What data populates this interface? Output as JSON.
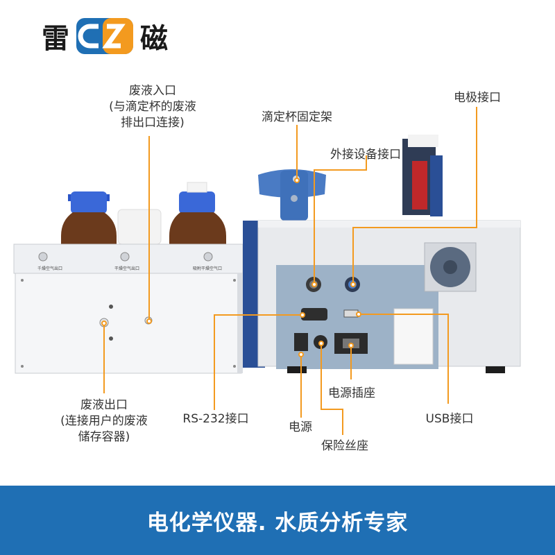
{
  "logo": {
    "char_left": "雷",
    "char_right": "磁"
  },
  "labels": {
    "waste_inlet": [
      "废液入口",
      "(与滴定杯的废液",
      "排出口连接)"
    ],
    "titration_holder": "滴定杯固定架",
    "electrode_port": "电极接口",
    "external_port": "外接设备接口",
    "waste_outlet": [
      "废液出口",
      "(连接用户的废液",
      "储存容器)"
    ],
    "rs232": "RS-232接口",
    "power": "电源",
    "power_socket": "电源插座",
    "fuse": "保险丝座",
    "usb": "USB接口"
  },
  "footer": {
    "slogan": "电化学仪器. 水质分析专家"
  },
  "colors": {
    "accent": "#f39a1f",
    "brand_blue": "#1f6fb4"
  }
}
